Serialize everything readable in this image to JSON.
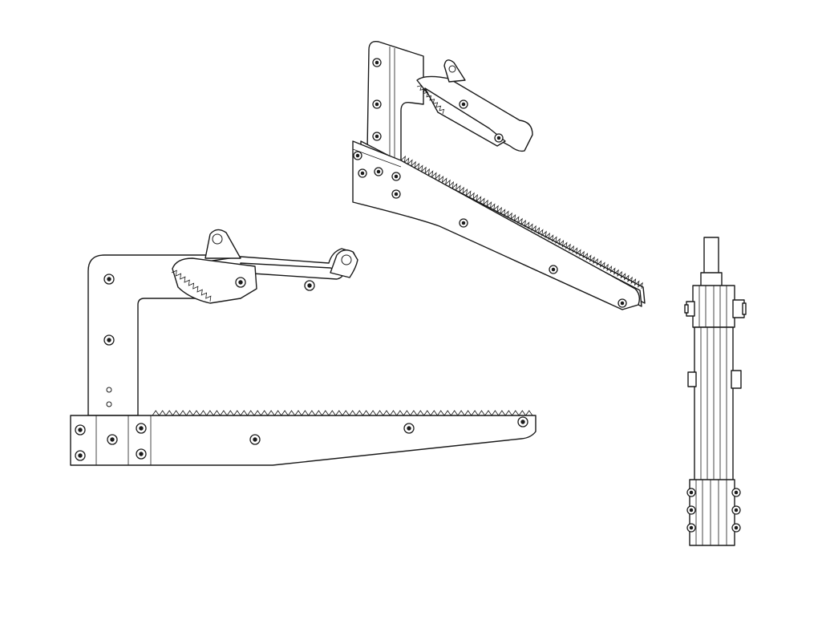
{
  "drawing": {
    "background": "#ffffff",
    "line_color": "#1a1a1a",
    "views": [
      {
        "id": "side-view",
        "icon": "lifting-clamp-side-view-icon"
      },
      {
        "id": "isometric-view",
        "icon": "lifting-clamp-isometric-view-icon"
      },
      {
        "id": "end-view",
        "icon": "lifting-clamp-end-view-icon"
      }
    ]
  }
}
